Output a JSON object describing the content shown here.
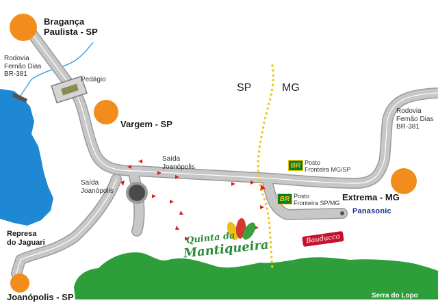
{
  "map": {
    "colors": {
      "road": "#c7c7c7",
      "road_edge": "#9a9a9a",
      "city": "#f28c1c",
      "water": "#1e88d4",
      "river": "#4aa3df",
      "hills": "#2e9e3a",
      "border": "#f2c81f",
      "route_arrows": "#e02020",
      "panasonic": "#13318f",
      "brand_green": "#2e8b3a"
    },
    "cities": {
      "braganca": "Bragança\nPaulista - SP",
      "vargem": "Vargem - SP",
      "joanopolis": "Joanópolis - SP",
      "extrema": "Extrema - MG"
    },
    "roads": {
      "fernao_dias_left": "Rodovia\nFernão Dias\nBR-381",
      "fernao_dias_right": "Rodovia\nFernão Dias\nBR-381",
      "pedagio": "Pedágio",
      "saida_1": "Saída\nJoanópolis",
      "saida_2": "Saída\nJoanópolis"
    },
    "states": {
      "sp": "SP",
      "mg": "MG"
    },
    "places": {
      "represa": "Represa\ndo Jaguari",
      "posto_badge": "BR",
      "posto_1": "Posto\nFronteira MG/SP",
      "posto_2": "Posto\nFronteira SP/MG",
      "panasonic": "Panasonic",
      "bauducco": "Bauducco",
      "serra": "Serra do Lopo",
      "brand_line_1": "Quinta da",
      "brand_line_2": "Mantiqueira"
    }
  }
}
